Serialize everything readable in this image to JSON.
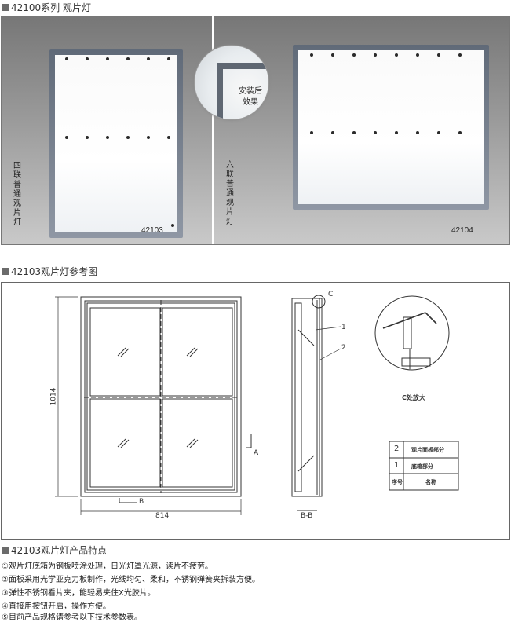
{
  "section1": {
    "title": "42100系列 观片灯"
  },
  "photo_left": {
    "label_chars": [
      "四",
      "联",
      "普",
      "通",
      "观",
      "片",
      "灯"
    ],
    "code": "42103"
  },
  "photo_right": {
    "label_chars": [
      "六",
      "联",
      "普",
      "通",
      "观",
      "片",
      "灯"
    ],
    "code": "42104"
  },
  "callout": {
    "line1": "安装后",
    "line2": "效果"
  },
  "section2": {
    "title": "42103观片灯参考图"
  },
  "drawing": {
    "dim_height": "1014",
    "dim_width": "814",
    "marker_a": "A",
    "marker_b": "B",
    "marker_c": "C",
    "part1": "1",
    "part2": "2",
    "section_label": "B-B",
    "detail_label": "C处放大",
    "table": {
      "rows": [
        {
          "no": "2",
          "name": "观片面板部分"
        },
        {
          "no": "1",
          "name": "底箱部分"
        }
      ],
      "header_no": "序号",
      "header_name": "名称"
    }
  },
  "section3": {
    "title": "42103观片灯产品特点"
  },
  "features": [
    "①观片灯底箱为钢板喷涂处理，日光灯罩光源，读片不疲劳。",
    "②面板采用光学亚克力板制作，光线均匀、柔和，不锈钢弹簧夹拆装方便。",
    "③弹性不锈钢看片夹，能轻易夹住X光胶片。",
    "④直接用按钮开启，操作方便。",
    "⑤目前产品规格请参考以下技术参数表。"
  ]
}
